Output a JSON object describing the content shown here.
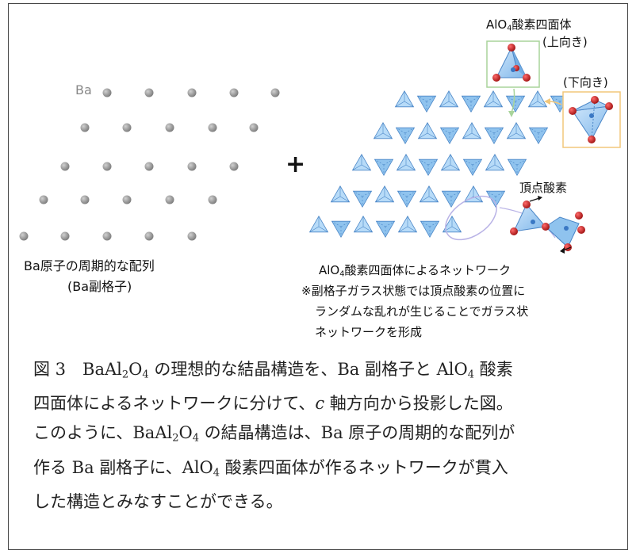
{
  "figure": {
    "ba_label": "Ba",
    "ba_caption_line1": "Ba原子の周期的な配列",
    "ba_caption_line2": "(Ba副格子)",
    "plus_sign": "+",
    "tetra_title_prefix": "AlO",
    "tetra_title_sub": "4",
    "tetra_title_suffix": "酸素四面体",
    "up_label": "(上向き)",
    "down_label": "(下向き)",
    "apex_oxygen_label": "頂点酸素",
    "network_caption_prefix": "AlO",
    "network_caption_sub": "4",
    "network_caption_suffix": "酸素四面体によるネットワーク",
    "note_line1": "※副格子ガラス状態では頂点酸素の位置に",
    "note_line2": "ランダムな乱れが生じることでガラス状",
    "note_line3": "ネットワークを形成",
    "colors": {
      "ba_atom": "#8a8a8a",
      "tetra_blue": "#8fc3ee",
      "tetra_edge": "#4a86c7",
      "oxygen_red": "#c41e1e",
      "up_box": "#a8d49a",
      "down_box": "#f2c77a",
      "ellipse": "#b9b3e6"
    }
  },
  "caption": {
    "line1_a": "図 3　BaAl",
    "line1_sub1": "2",
    "line1_b": "O",
    "line1_sub2": "4",
    "line1_c": " の理想的な結晶構造を、Ba 副格子と AlO",
    "line1_sub3": "4",
    "line1_d": " 酸素",
    "line2": "四面体によるネットワークに分けて、",
    "line2_italic": "c",
    "line2_rest": " 軸方向から投影した図。",
    "line3_a": "このように、BaAl",
    "line3_sub1": "2",
    "line3_b": "O",
    "line3_sub2": "4",
    "line3_c": " の結晶構造は、Ba 原子の周期的な配列が",
    "line4_a": "作る Ba 副格子に、AlO",
    "line4_sub": "4",
    "line4_b": " 酸素四面体が作るネットワークが貫入",
    "line5": "した構造とみなすことができる。"
  }
}
